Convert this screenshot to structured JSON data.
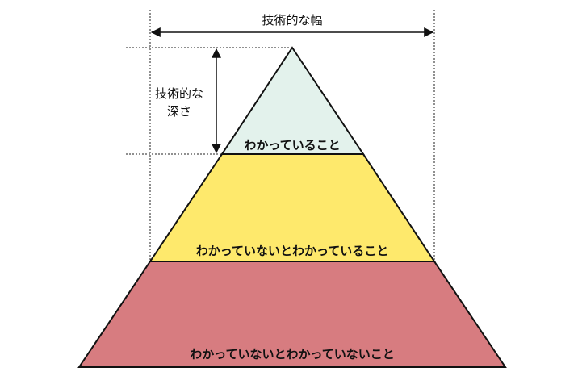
{
  "width_label": "技術的な幅",
  "depth_label_line1": "技術的な",
  "depth_label_line2": "深さ",
  "tiers": [
    {
      "label": "わかっていること",
      "color": "#e3f2ec"
    },
    {
      "label": "わかっていないとわかっていること",
      "color": "#fee96c"
    },
    {
      "label": "わかっていないとわかっていないこと",
      "color": "#d77c80"
    }
  ],
  "outline_color": "#111111"
}
